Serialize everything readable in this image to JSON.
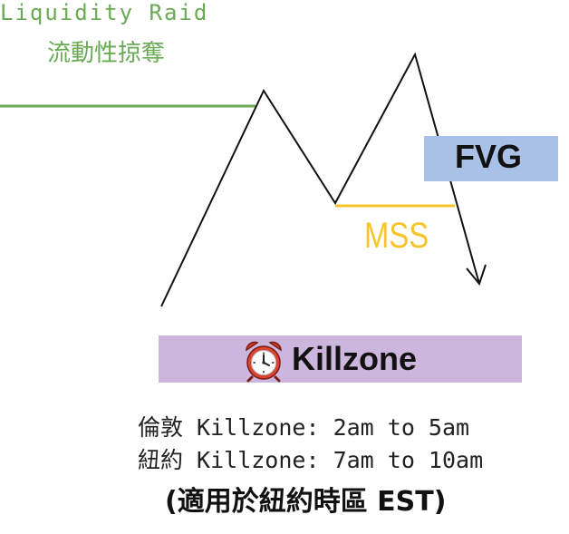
{
  "liquidity_raid": {
    "label_cn": "流動性掠奪",
    "label_en": "Liquidity Raid",
    "color": "#6aaa55"
  },
  "fvg": {
    "label": "FVG",
    "box_color": "#a9c1e6"
  },
  "mss": {
    "label": "MSS",
    "color": "#f7c52a"
  },
  "killzone": {
    "icon": "alarm-clock-icon",
    "label": "Killzone",
    "box_color": "#cdb6dd"
  },
  "sessions": {
    "london": "倫敦 Killzone: 2am to 5am",
    "new_york": "紐約 Killzone: 7am to 10am"
  },
  "timezone_note": "(適用於紐約時區 EST)"
}
